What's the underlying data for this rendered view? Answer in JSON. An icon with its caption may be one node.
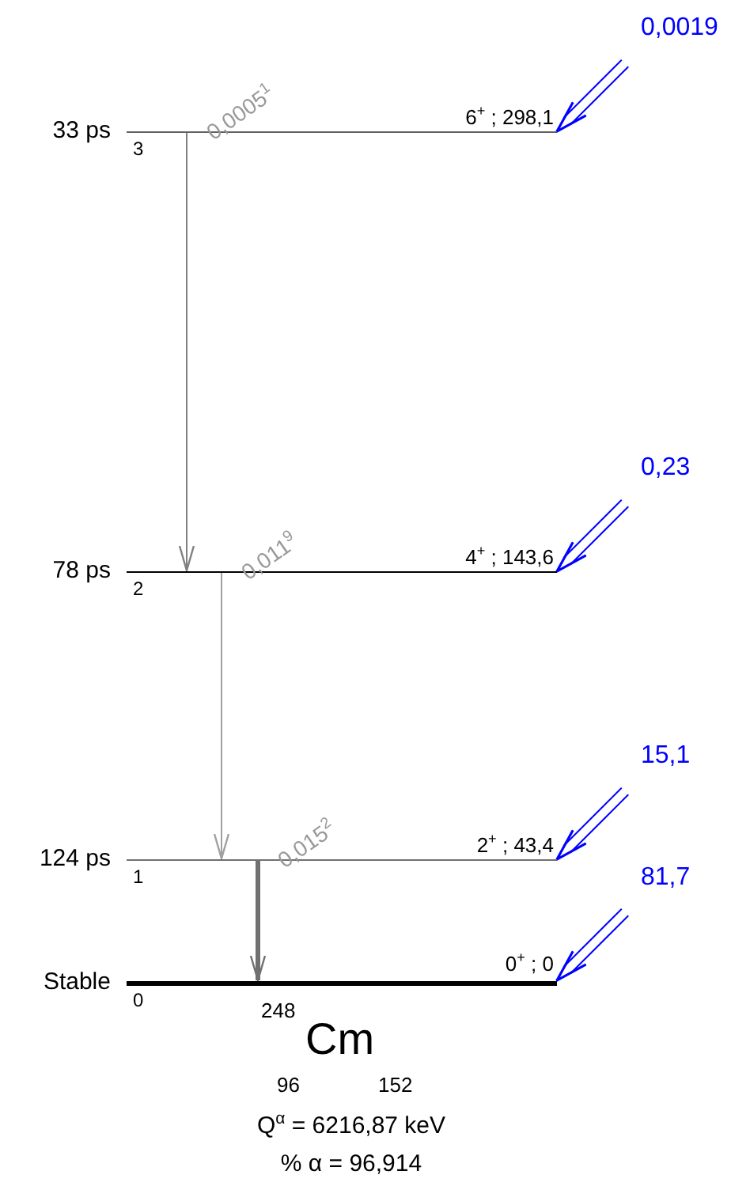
{
  "diagram": {
    "nodes": [
      {
        "text": [
          "6$^{+}$ ; 298,1"
        ],
        "beside": [
          "33 ps",
          "3"
        ]
      },
      {
        "text": [
          "4$^{+}$ ; 143,6"
        ],
        "beside": [
          "78 ps",
          "2"
        ]
      },
      {
        "text": [
          "2$^{+}$ ; 43,4"
        ],
        "beside": [
          "124 ps",
          "1"
        ]
      },
      {
        "text": [
          "0$^{+}$ ; 0"
        ],
        "beside": [
          "Stable",
          "0"
        ]
      }
    ],
    "edges": [
      {
        "from": 0,
        "to": 1,
        "arrow": "to",
        "label": "0,0005$^{1}$",
        "color": "#808080"
      },
      {
        "from": 1,
        "to": 2,
        "arrow": "to",
        "label": "0,011$^{9}$",
        "color": "#a0a0a0"
      },
      {
        "from": 2,
        "to": 3,
        "arrow": "to",
        "label": "0,015$^{2}$",
        "style": "thick",
        "color": "#707070"
      },
      {
        "from": null,
        "to": 0,
        "arrow": "to",
        "label": "0,0019",
        "color": "#0000ff"
      },
      {
        "from": null,
        "to": 1,
        "arrow": "to",
        "label": "0,23",
        "color": "#0000ff"
      },
      {
        "from": null,
        "to": 2,
        "arrow": "to",
        "label": "15,1",
        "color": "#0000ff"
      },
      {
        "from": null,
        "to": 3,
        "arrow": "to",
        "label": "81,7",
        "color": "#0000ff"
      }
    ],
    "labels": [
      "248",
      "Cm",
      "96",
      "152",
      "Q$^{α}$ = 6216,87 keV",
      "% α = 96,914"
    ]
  }
}
